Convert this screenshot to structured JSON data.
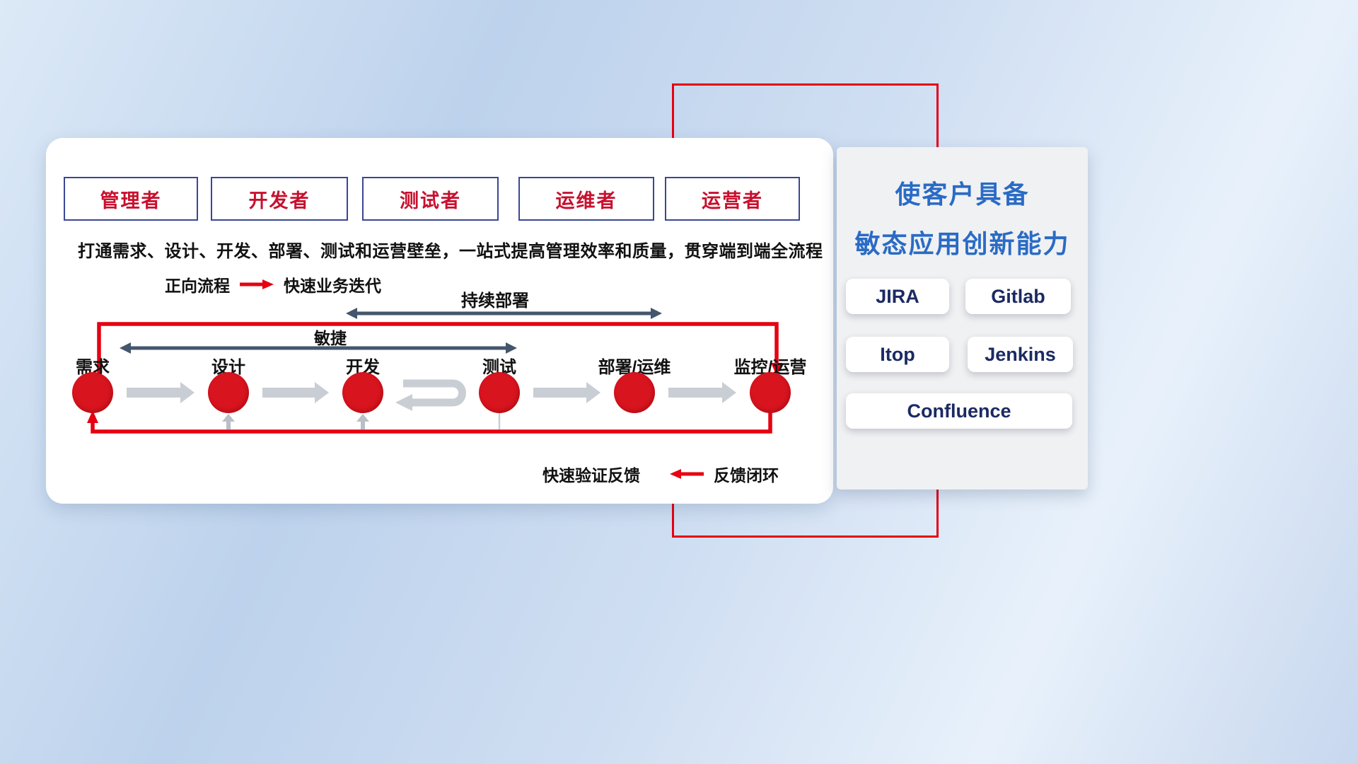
{
  "card": {
    "roles": [
      {
        "label": "管理者"
      },
      {
        "label": "开发者"
      },
      {
        "label": "测试者"
      },
      {
        "label": "运维者"
      },
      {
        "label": "运营者"
      }
    ],
    "subtitle": "打通需求、设计、开发、部署、测试和运营壁垒，一站式提高管理效率和质量，贯穿端到端全流程",
    "forward_legend": {
      "label": "正向流程",
      "desc": "快速业务迭代"
    },
    "continuous_deploy_label": "持续部署",
    "agile_label": "敏捷",
    "stages": [
      {
        "label": "需求"
      },
      {
        "label": "设计"
      },
      {
        "label": "开发"
      },
      {
        "label": "测试"
      },
      {
        "label": "部署/运维"
      },
      {
        "label": "监控/运营"
      }
    ],
    "feedback_legend": {
      "desc": "快速验证反馈",
      "label": "反馈闭环"
    }
  },
  "panel": {
    "title_line1": "使客户具备",
    "title_line2": "敏态应用创新能力",
    "tools": [
      {
        "label": "JIRA"
      },
      {
        "label": "Gitlab"
      },
      {
        "label": "Itop"
      },
      {
        "label": "Jenkins"
      },
      {
        "label": "Confluence"
      }
    ]
  },
  "icons": {
    "forward_arrow": "red-right-arrow",
    "feedback_arrow": "red-left-arrow",
    "continuous_deploy_arrow": "dark-double-arrow",
    "agile_arrow": "dark-double-arrow",
    "flow_arrow": "gray-right-arrow",
    "iterate_arrow": "gray-loop-arrow"
  },
  "colors": {
    "accent_red": "#e60012",
    "circle_red": "#d8141f",
    "title_blue": "#2a6bc5",
    "role_border_navy": "#3a4796",
    "role_text_red": "#c8102e",
    "dark_arrow": "#44566c",
    "flow_gray": "#c9ced4",
    "tool_text_navy": "#1b2a63",
    "panel_gray": "#f0f1f3"
  }
}
